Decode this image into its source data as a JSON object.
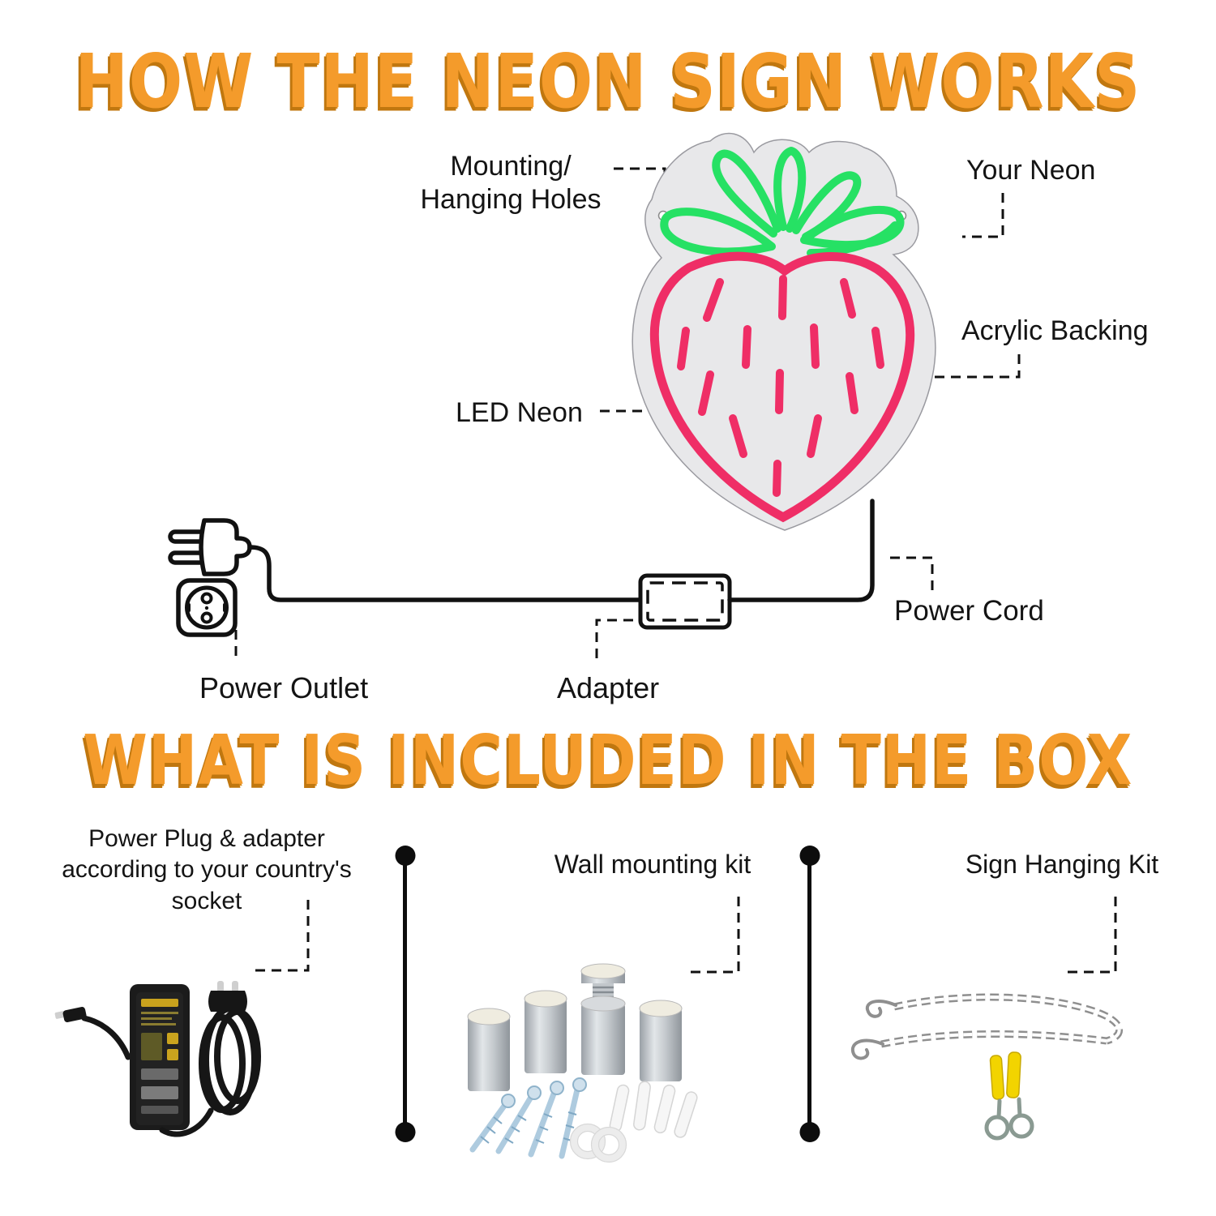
{
  "how_section": {
    "title": "HOW THE NEON SIGN WORKS",
    "labels": {
      "mounting_line1": "Mounting/",
      "mounting_line2": "Hanging Holes",
      "your_neon": "Your Neon",
      "acrylic_backing": "Acrylic Backing",
      "led_neon": "LED Neon",
      "power_cord": "Power Cord",
      "power_outlet": "Power Outlet",
      "adapter": "Adapter"
    },
    "sign": {
      "shape": "strawberry neon sign on acrylic backing",
      "leaf_color": "#26E164",
      "berry_color": "#EF2E66",
      "backing_color": "#E8E8EA",
      "mounting_holes": 2
    }
  },
  "box_section": {
    "title": "WHAT IS INCLUDED IN THE BOX",
    "items": [
      {
        "id": "power-plug-adapter",
        "label": "Power Plug & adapter according to your country's socket",
        "lines": [
          "Power Plug & adapter",
          "according to your country's",
          "socket"
        ]
      },
      {
        "id": "wall-mounting-kit",
        "label": "Wall mounting kit"
      },
      {
        "id": "sign-hanging-kit",
        "label": "Sign Hanging Kit"
      }
    ]
  },
  "theme": {
    "title_color": "#F49B2B",
    "title_shadow_color": "#C0770F",
    "label_color": "#141414",
    "background": "#FFFFFF",
    "leader_line_style": "dashed"
  }
}
